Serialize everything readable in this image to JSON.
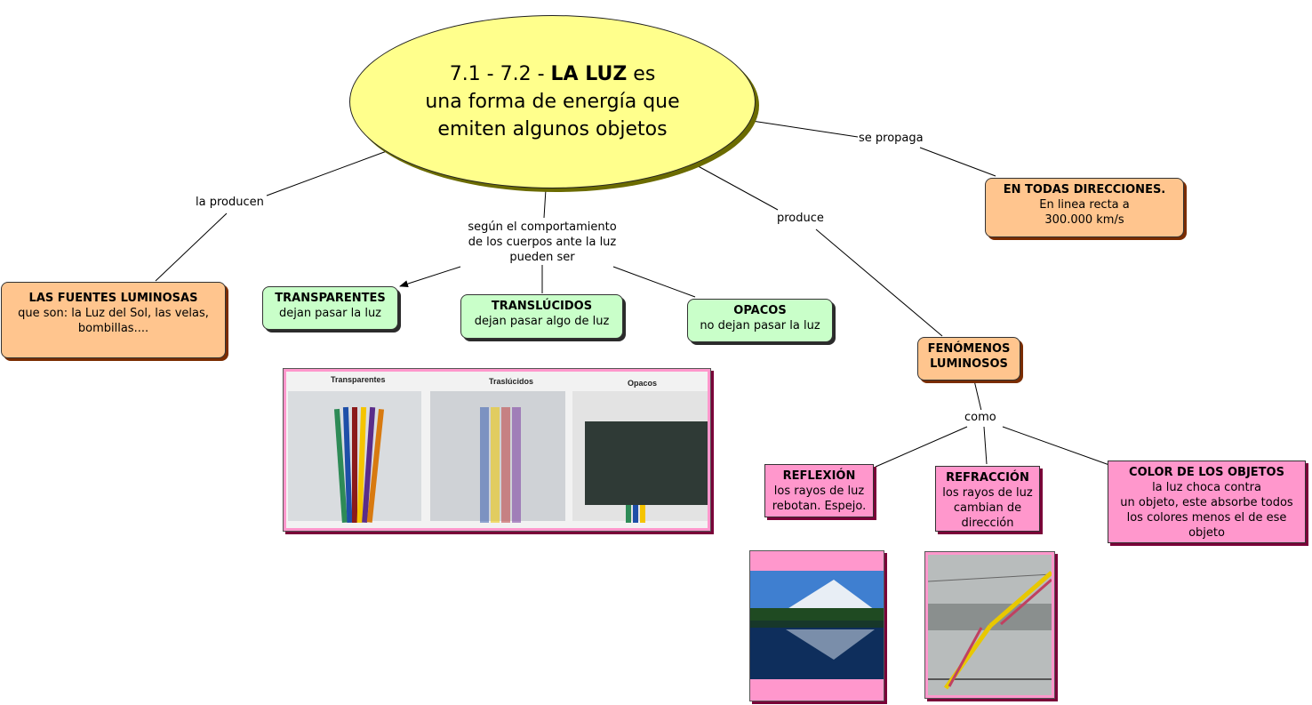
{
  "central": {
    "line1_pre": "7.1 - 7.2 - ",
    "line1_bold": "LA LUZ",
    "line1_post": " es",
    "line2": "una forma de energía que",
    "line3": "emiten algunos objetos"
  },
  "links": {
    "la_producen": "la producen",
    "segun_1": "según el comportamiento",
    "segun_2": "de los cuerpos ante la luz",
    "segun_3": "pueden ser",
    "produce": "produce",
    "se_propaga": "se propaga",
    "como": "como"
  },
  "nodes": {
    "fuentes": {
      "title": "LAS FUENTES LUMINOSAS",
      "line1": "que son: la Luz del Sol, las velas,",
      "line2": "bombillas...."
    },
    "transparentes": {
      "title": "TRANSPARENTES",
      "line1": "dejan pasar la luz"
    },
    "translucidos": {
      "title": "TRANSLÚCIDOS",
      "line1": "dejan pasar algo de luz"
    },
    "opacos": {
      "title": "OPACOS",
      "line1": "no dejan pasar la luz"
    },
    "direcciones": {
      "title": "EN TODAS DIRECCIONES.",
      "line1": "En linea recta a",
      "line2": "300.000 km/s"
    },
    "fenomenos": {
      "title1": "FENÓMENOS",
      "title2": "LUMINOSOS"
    },
    "reflexion": {
      "title": "REFLEXIÓN",
      "line1": "los rayos de luz",
      "line2": "rebotan. Espejo."
    },
    "refraccion": {
      "title": "REFRACCIÓN",
      "line1": "los rayos de luz",
      "line2": "cambian de",
      "line3": "dirección"
    },
    "color": {
      "title": "COLOR DE LOS OBJETOS",
      "line1": "la luz choca contra",
      "line2": "un objeto, este absorbe todos",
      "line3": "los colores menos el de ese",
      "line4": "objeto"
    }
  },
  "photo_pencils": {
    "caption1": "Transparentes",
    "caption2": "Traslúcidos",
    "caption3": "Opacos"
  },
  "colors": {
    "ellipse": "#ffff8c",
    "orange_node": "#ffc58e",
    "green_node": "#c9ffc9",
    "pink_node": "#ff97cc"
  }
}
